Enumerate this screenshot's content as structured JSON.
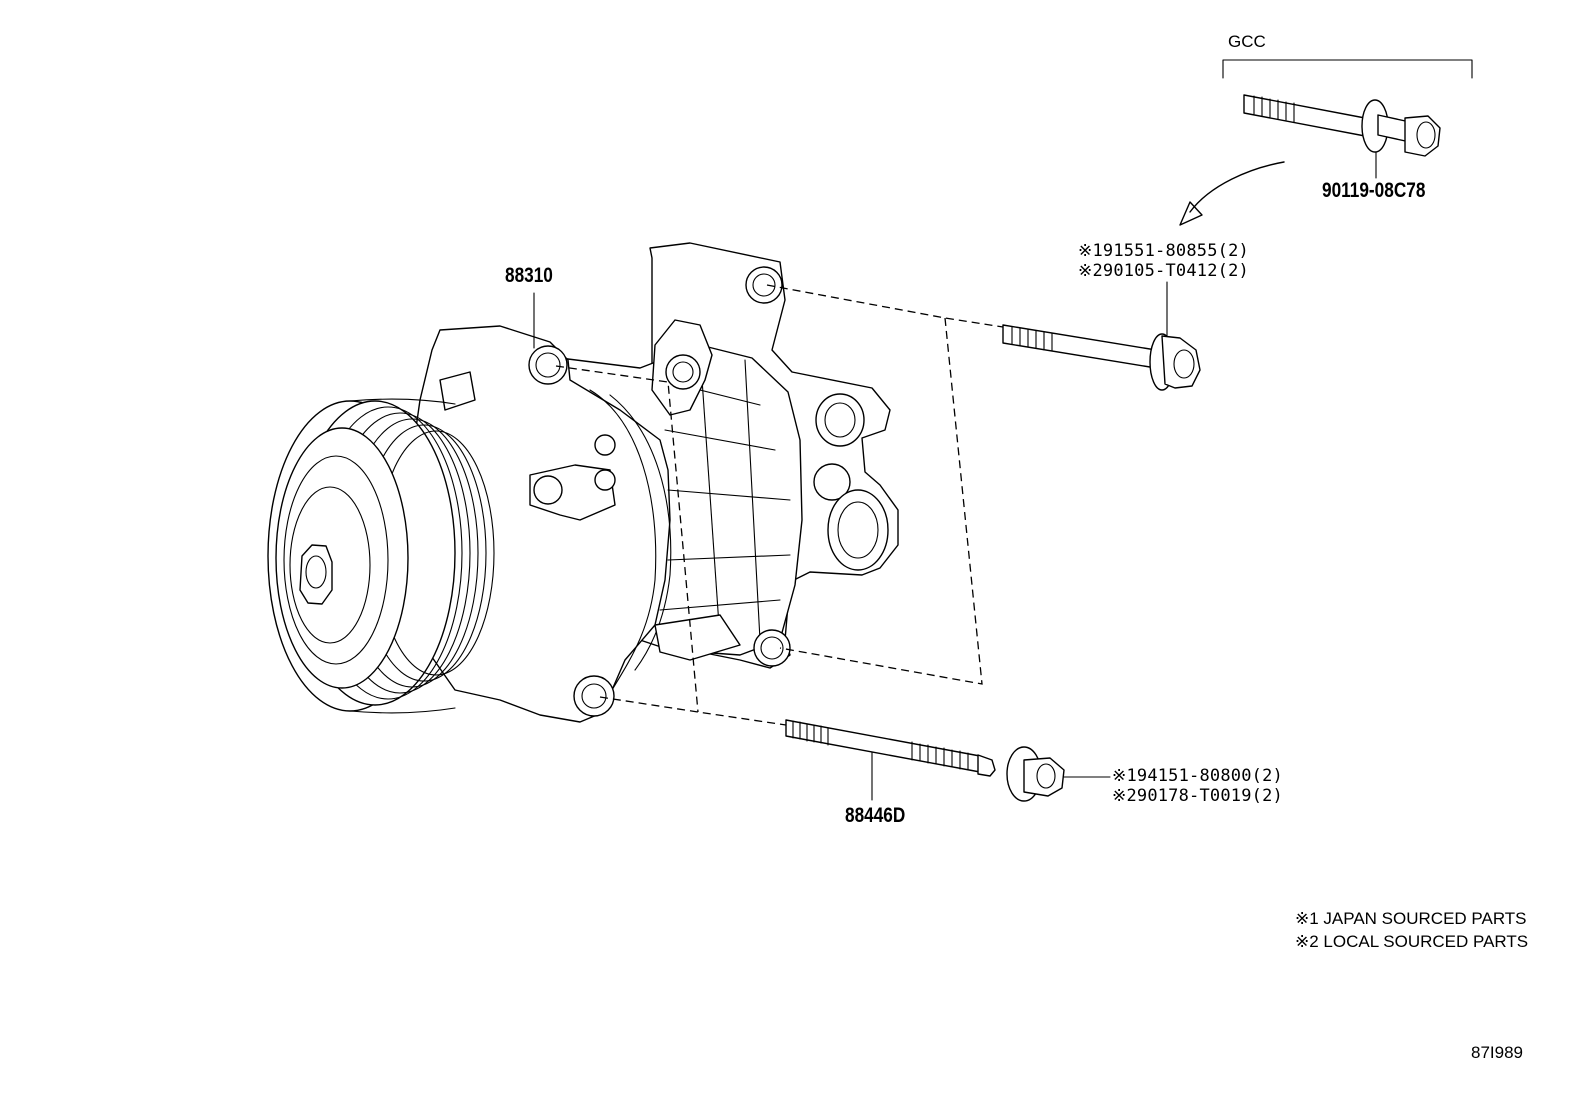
{
  "diagram": {
    "gcc_label": "GCC",
    "parts": {
      "compressor": "88310",
      "stud_bolt": "88446D",
      "gcc_bolt": "90119-08C78"
    },
    "bolt_codes": [
      "※191551-80855(2)",
      "※290105-T0412(2)"
    ],
    "nut_codes": [
      "※194151-80800(2)",
      "※290178-T0019(2)"
    ],
    "legend": [
      "※1 JAPAN SOURCED PARTS",
      "※2 LOCAL SOURCED PARTS"
    ],
    "figure_id": "87I989"
  }
}
